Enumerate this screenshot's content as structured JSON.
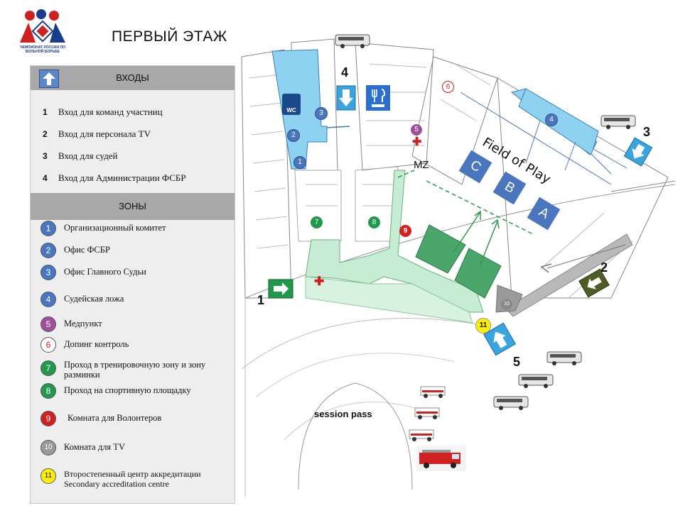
{
  "title": "ПЕРВЫЙ ЭТАЖ",
  "logo": {
    "caption": "ЧЕМПИОНАТ РОССИИ ПО ВОЛЬНОЙ БОРЬБЕ",
    "icon": "championship-logo"
  },
  "legend": {
    "entrances_header": "ВХОДЫ",
    "entrances": [
      {
        "num": "1",
        "label": "Вход для команд участниц"
      },
      {
        "num": "2",
        "label": "Вход для персонала TV"
      },
      {
        "num": "3",
        "label": "Вход для судей"
      },
      {
        "num": "4",
        "label": "Вход для Администрации ФСБР"
      }
    ],
    "zones_header": "ЗОНЫ",
    "zones": [
      {
        "num": "1",
        "label": "Организационный комитет",
        "color": "#4a76bd",
        "text_color": "#ffffff"
      },
      {
        "num": "2",
        "label": "Офис ФСБР",
        "color": "#4a76bd",
        "text_color": "#ffffff"
      },
      {
        "num": "3",
        "label": "Офис Главного Судьи",
        "color": "#4a76bd",
        "text_color": "#ffffff"
      },
      {
        "num": "4",
        "label": "Судейская ложа",
        "color": "#4a76bd",
        "text_color": "#ffffff"
      },
      {
        "num": "5",
        "label": "Медпункт",
        "color": "#a0509a",
        "text_color": "#ffffff"
      },
      {
        "num": "6",
        "label": "Допинг контроль",
        "color": "#ffffff",
        "text_color": "#d0201f"
      },
      {
        "num": "7",
        "label": "Проход в тренировочную зону и зону разминки",
        "color": "#1f9a4a",
        "text_color": "#ffffff"
      },
      {
        "num": "8",
        "label": "Проход на спортивную площадку",
        "color": "#1f9a4a",
        "text_color": "#ffffff"
      },
      {
        "num": "9",
        "label": "Комната для Волонтеров",
        "color": "#d0201f",
        "text_color": "#ffffff"
      },
      {
        "num": "10",
        "label": "Комната для TV",
        "color": "#9a9a9a",
        "text_color": "#ffffff"
      },
      {
        "num": "11",
        "label": "Второстепенный центр аккредитации Secondary accreditation centre",
        "color": "#ffee00",
        "text_color": "#111111"
      }
    ]
  },
  "map": {
    "field_label": "Field of Play",
    "mz_label": "MZ",
    "session_label": "session pass",
    "mats": [
      "C",
      "B",
      "A"
    ],
    "entrance_numbers": [
      "1",
      "2",
      "3",
      "4",
      "5"
    ],
    "markers": [
      {
        "num": "1"
      },
      {
        "num": "2"
      },
      {
        "num": "3"
      },
      {
        "num": "4"
      },
      {
        "num": "5"
      },
      {
        "num": "6"
      },
      {
        "num": "7"
      },
      {
        "num": "8"
      },
      {
        "num": "9"
      },
      {
        "num": "10"
      },
      {
        "num": "11"
      }
    ],
    "wc_label": "WC",
    "icons": [
      "bus-icon",
      "ambulance-icon",
      "fire-truck-icon",
      "food-icon",
      "first-aid-icon",
      "arrow-icon"
    ]
  }
}
